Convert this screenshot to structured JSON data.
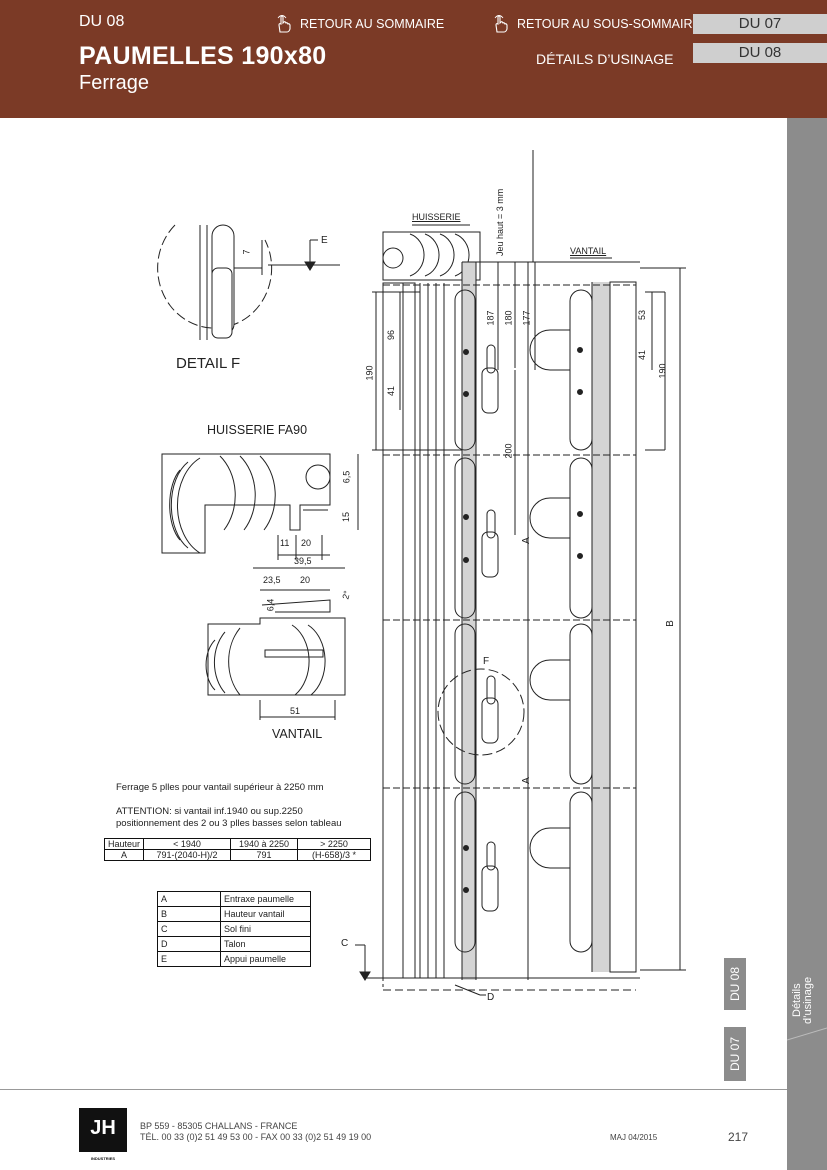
{
  "header": {
    "code": "DU 08",
    "title": "PAUMELLES 190x80",
    "subtitle": "Ferrage",
    "link_summary": "RETOUR AU SOMMAIRE",
    "link_subsummary": "RETOUR AU SOUS-SOMMAIRE",
    "details_label": "DÉTAILS D’USINAGE",
    "tabs": [
      "DU 07",
      "DU 08"
    ]
  },
  "sidebar": {
    "label_line1": "Détails",
    "label_line2": "d’usinage",
    "tabs": [
      "DU 08",
      "DU 07"
    ]
  },
  "drawing": {
    "detail_f_title": "DETAIL F",
    "huisserie_fa90": "HUISSERIE FA90",
    "vantail": "VANTAIL",
    "huisserie_top": "HUISSERIE",
    "vantail_top": "VANTAIL",
    "jeu_haut": "Jeu haut = 3 mm",
    "e_mark": "E",
    "f_mark": "F",
    "c_mark": "C",
    "d_mark": "D",
    "a_mark": "A",
    "b_mark": "B",
    "dims": {
      "d7": "7",
      "d6_5": "6,5",
      "d15": "15",
      "d11": "11",
      "d20": "20",
      "d39_5": "39,5",
      "d23_5": "23,5",
      "d20b": "20",
      "d6_4": "6,4",
      "d2": "2°",
      "d51": "51",
      "d190": "190",
      "d96": "96",
      "d41": "41",
      "d187": "187",
      "d180": "180",
      "d177": "177",
      "d200": "200",
      "d53": "53",
      "d41b": "41",
      "d190b": "190"
    }
  },
  "notes": {
    "line1": "Ferrage 5 plles pour vantail supérieur à 2250 mm",
    "line2": "ATTENTION: si vantail inf.1940 ou sup.2250",
    "line3": "positionnement des 2 ou 3 plles basses selon tableau"
  },
  "height_table": {
    "header": [
      "Hauteur",
      "< 1940",
      "1940 à 2250",
      "> 2250"
    ],
    "row": [
      "A",
      "791-(2040-H)/2",
      "791",
      "(H-658)/3 *"
    ]
  },
  "legend": [
    {
      "key": "A",
      "value": "Entraxe paumelle"
    },
    {
      "key": "B",
      "value": "Hauteur vantail"
    },
    {
      "key": "C",
      "value": "Sol fini"
    },
    {
      "key": "D",
      "value": "Talon"
    },
    {
      "key": "E",
      "value": "Appui paumelle"
    }
  ],
  "footer": {
    "logo": "JH",
    "logo_sub": "INDUSTRIES",
    "address1": "BP 559 - 85305 CHALLANS - FRANCE",
    "address2": "TÉL. 00 33 (0)2 51 49 53 00 - FAX 00 33 (0)2 51 49 19 00",
    "maj": "MAJ 04/2015",
    "page": "217"
  }
}
